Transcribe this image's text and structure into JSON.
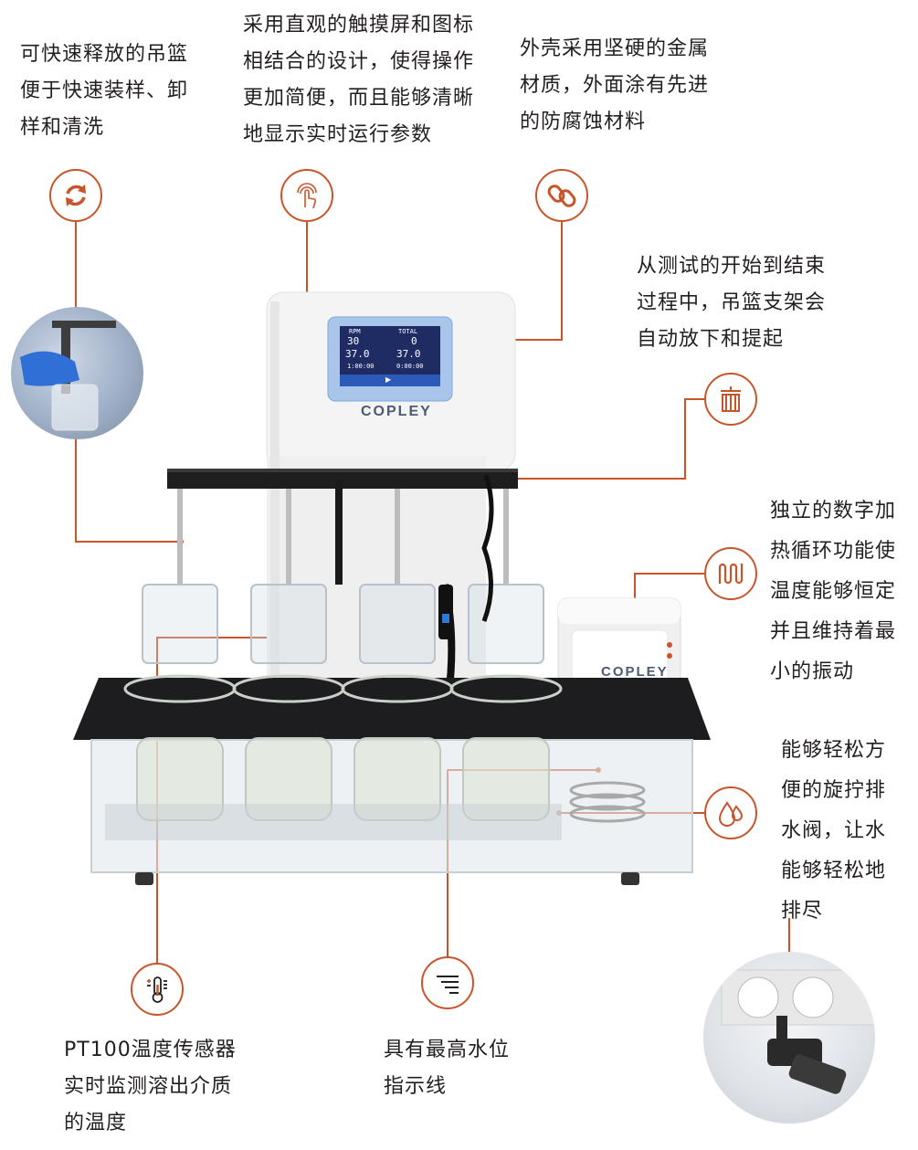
{
  "callouts": {
    "basket": {
      "text": "可快速释放的吊篮\n便于快速装样、卸\n样和清洗",
      "icon": "refresh-icon"
    },
    "touchscreen": {
      "text": "采用直观的触摸屏和图标\n相结合的设计，使得操作\n更加简便，而且能够清晰\n地显示实时运行参数",
      "icon": "touch-icon"
    },
    "housing": {
      "text": "外壳采用坚硬的金属\n材质，外面涂有先进\n的防腐蚀材料",
      "icon": "link-icon"
    },
    "lift": {
      "text": "从测试的开始到结束\n过程中，吊篮支架会\n自动放下和提起",
      "icon": "basket-rack-icon"
    },
    "heater": {
      "text": "独立的数字加\n热循环功能使\n温度能够恒定\n并且维持着最\n小的振动",
      "icon": "heater-coil-icon"
    },
    "drain": {
      "text": "能够轻松方\n便的旋拧排\n水阀，让水\n能够轻松地\n排尽",
      "icon": "water-drops-icon"
    },
    "sensor": {
      "text": "PT100温度传感器\n实时监测溶出介质\n的温度",
      "icon": "thermometer-icon"
    },
    "waterline": {
      "text": "具有最高水位\n指示线",
      "icon": "level-lines-icon"
    }
  },
  "device": {
    "brand": "COPLEY",
    "heater_brand": "COPLEY",
    "screen": {
      "rpm_label": "RPM",
      "rpm_value": "30",
      "total_label": "TOTAL",
      "total_value": "0",
      "temp1": "37.0",
      "temp2": "37.0",
      "time1": "1:00:00",
      "time2": "0:00:00"
    }
  },
  "colors": {
    "accent": "#c8552a",
    "text": "#231f20",
    "screen_frame": "#8ab4e4"
  }
}
